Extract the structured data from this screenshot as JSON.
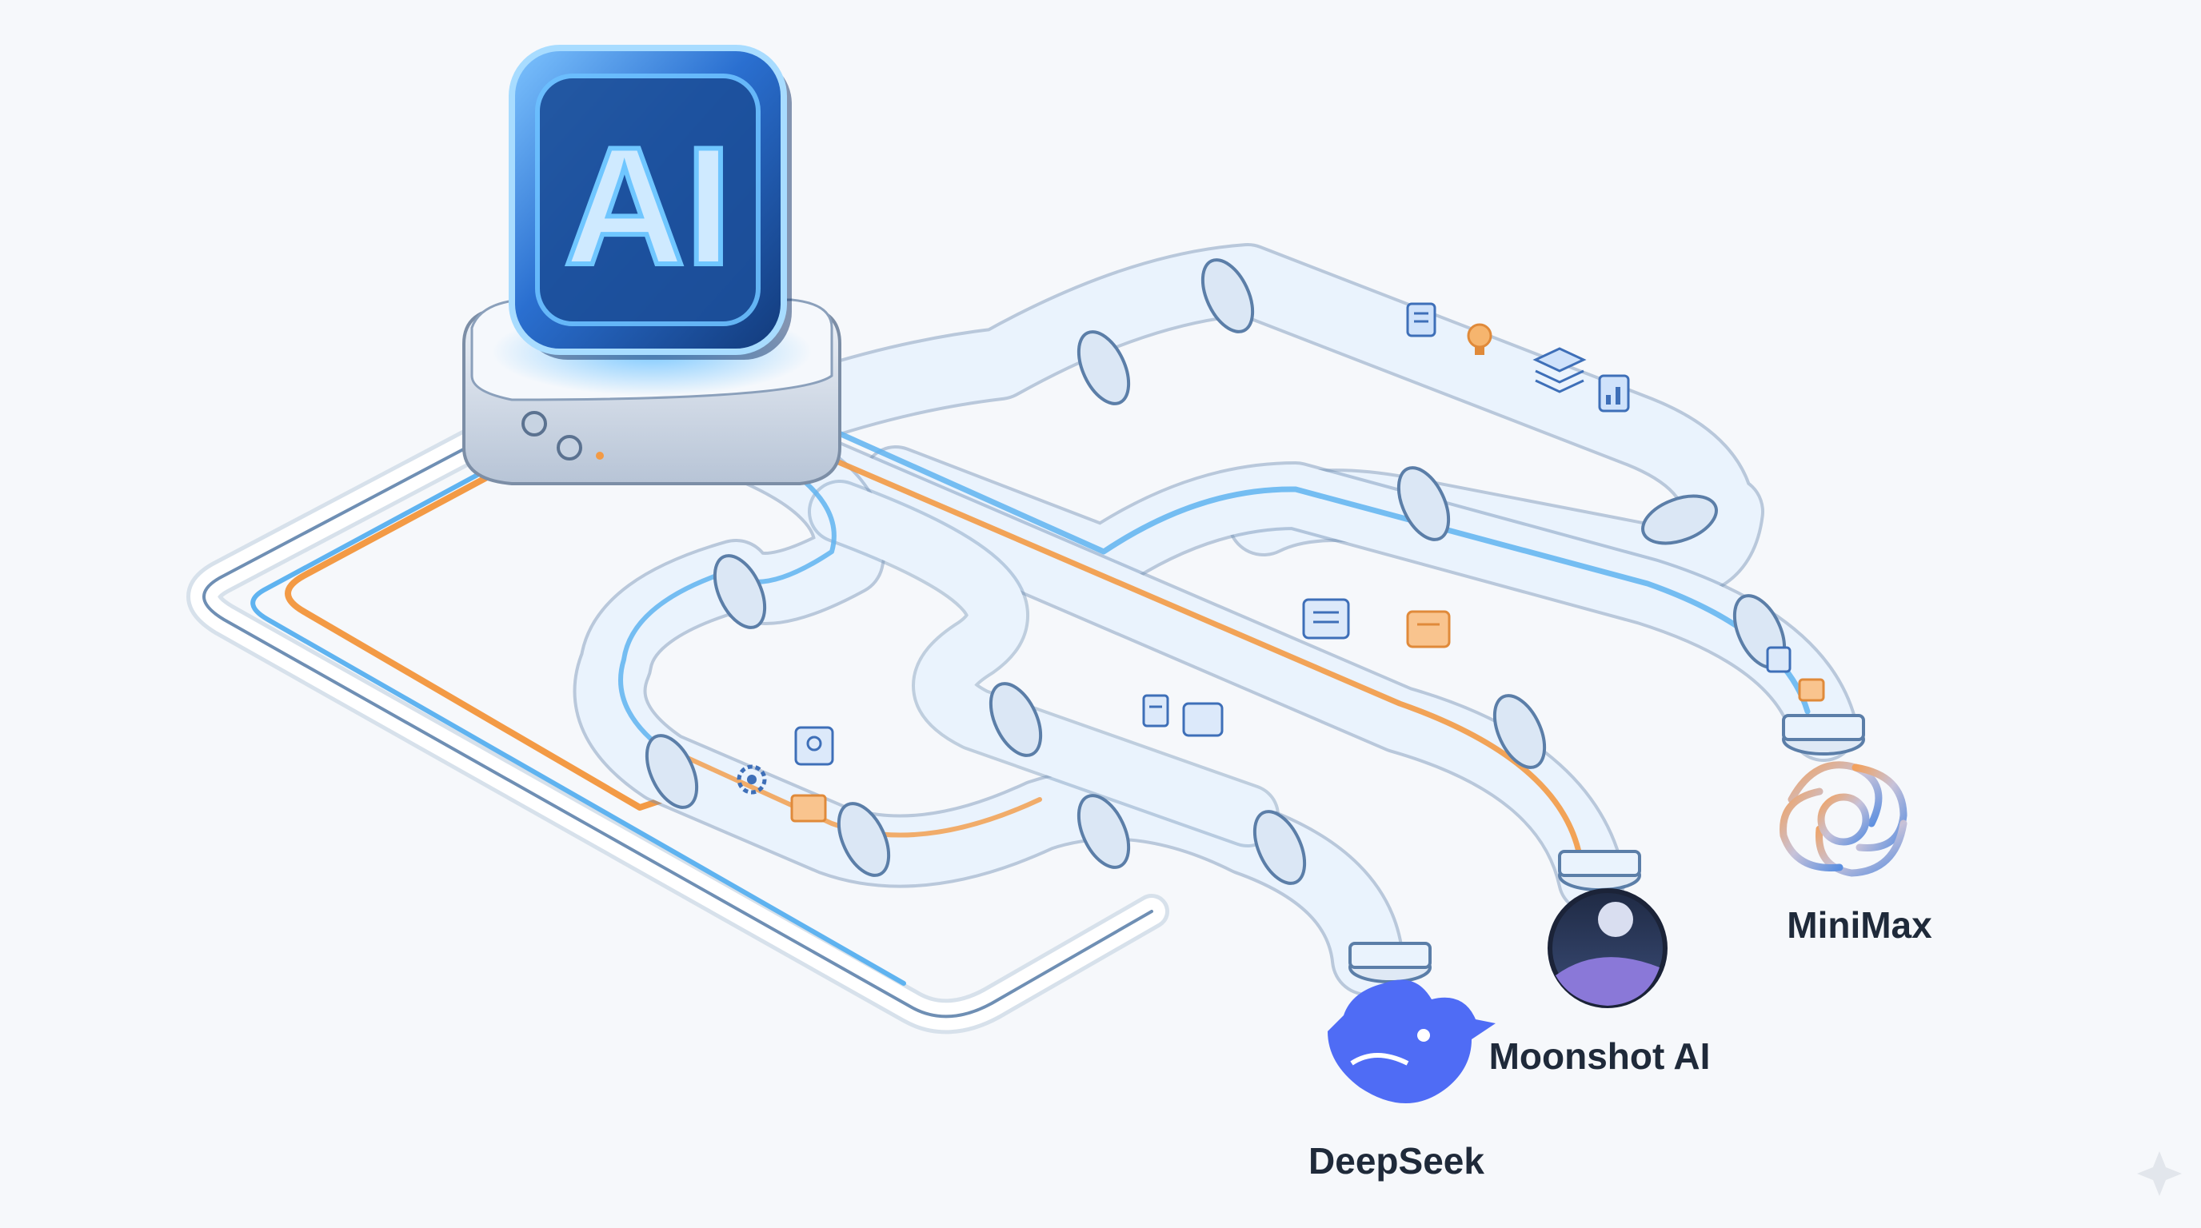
{
  "hub": {
    "label": "AI"
  },
  "providers": [
    {
      "name": "DeepSeek",
      "icon": "deepseek-whale-icon",
      "color": "#4f6cf5"
    },
    {
      "name": "Moonshot AI",
      "icon": "moonshot-moon-icon",
      "color": "#2a3550"
    },
    {
      "name": "MiniMax",
      "icon": "minimax-knot-icon",
      "color": "#e0884a"
    }
  ],
  "colors": {
    "pipe_fill": "#eaf3fd",
    "pipe_edge": "#6e8fb4",
    "flow_orange": "#f39a45",
    "flow_blue": "#5fb3f0",
    "hub_glow": "#4da6ff"
  }
}
